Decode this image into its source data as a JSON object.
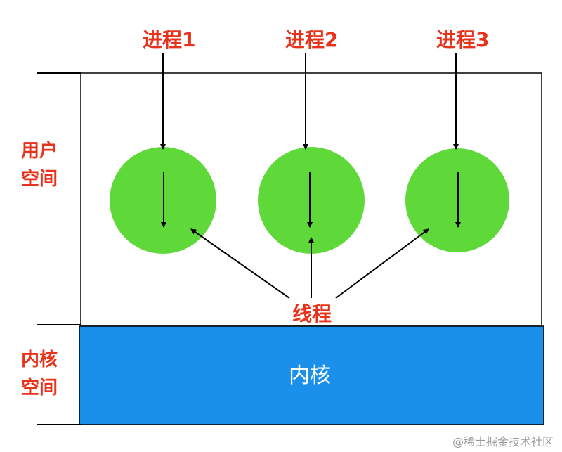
{
  "processes": [
    {
      "label": "进程1"
    },
    {
      "label": "进程2"
    },
    {
      "label": "进程3"
    }
  ],
  "user_space": {
    "line1": "用户",
    "line2": "空间"
  },
  "kernel_space": {
    "line1": "内核",
    "line2": "空间"
  },
  "thread_label": "线程",
  "kernel_label": "内核",
  "watermark": "@稀土掘金技术社区",
  "colors": {
    "label_red": "#e8321c",
    "process_green": "#5fd83a",
    "kernel_blue": "#1a90ea",
    "line_black": "#000000"
  }
}
